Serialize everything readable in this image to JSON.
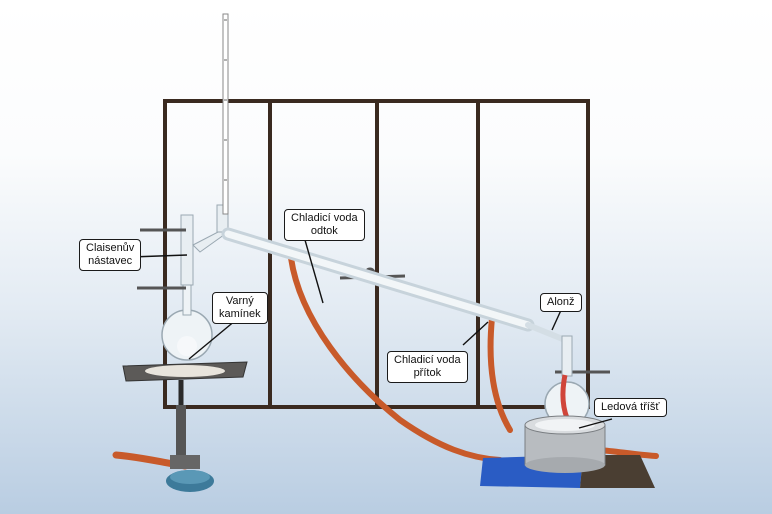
{
  "labels": {
    "claisen": [
      "Claisenův",
      "nástavec"
    ],
    "varny": [
      "Varný",
      "kamínek"
    ],
    "odtok": [
      "Chladicí voda",
      "odtok"
    ],
    "pritok": [
      "Chladicí voda",
      "přítok"
    ],
    "alonz": "Alonž",
    "ledova": "Ledová tříšť"
  },
  "colors": {
    "frame": "#3a2a20",
    "hose": "#c85a2a",
    "glass": "#dfe8ee",
    "burner": "#3d7a9a",
    "block": "#2a5cc4",
    "pad": "#4a3e32"
  }
}
